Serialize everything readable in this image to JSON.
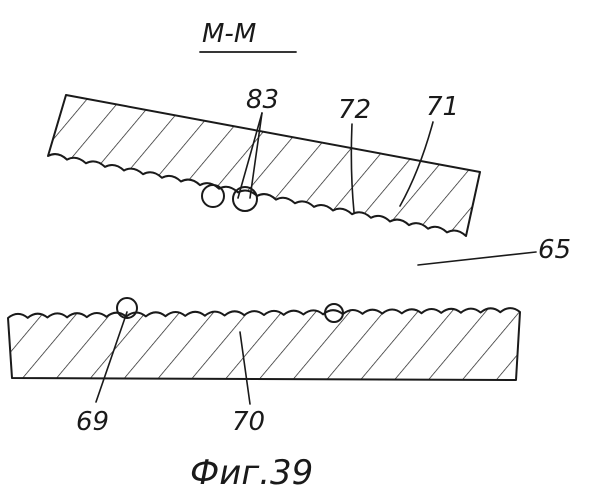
{
  "figure": {
    "section_label": "М-М",
    "caption": "Фиг.39"
  },
  "labels": {
    "ref_83": "83",
    "ref_72": "72",
    "ref_71": "71",
    "ref_65": "65",
    "ref_69": "69",
    "ref_70": "70"
  },
  "colors": {
    "ink": "#1a1a1a",
    "background": "#ffffff"
  }
}
